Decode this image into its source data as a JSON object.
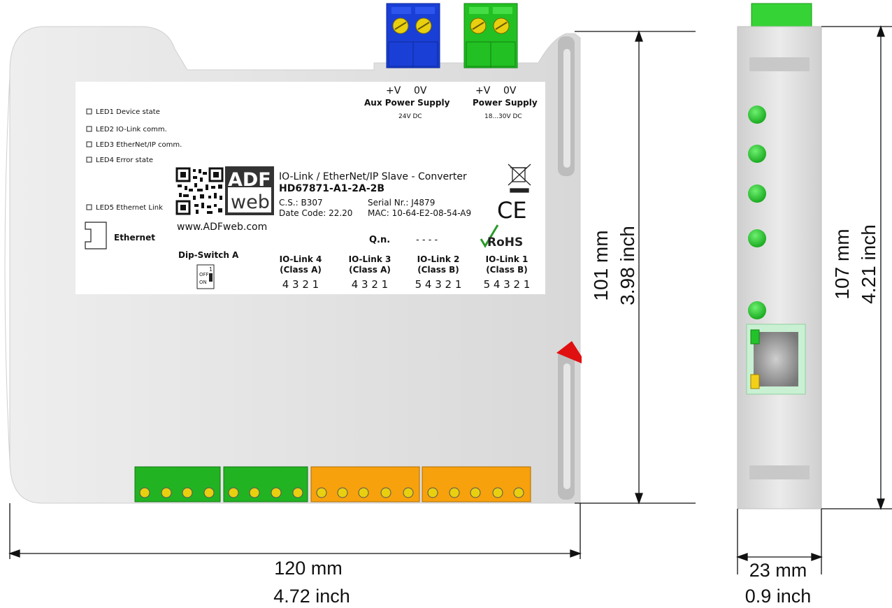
{
  "leds_text": {
    "led1": "LED1 Device state",
    "led2": "LED2 IO-Link comm.",
    "led3": "LED3 EtherNet/IP comm.",
    "led4": "LED4 Error state",
    "led5": "LED5 Ethernet Link"
  },
  "ethernet_label": "Ethernet",
  "dip_switch_label": "Dip-Switch A",
  "dip_off": "OFF",
  "dip_on": "ON",
  "dip_num": "1",
  "logo": {
    "adf": "ADF",
    "web": "web"
  },
  "website": "www.ADFweb.com",
  "product": {
    "title": "IO-Link / EtherNet/IP Slave - Converter",
    "code": "HD67871-A1-2A-2B",
    "cs": "C.S.: B307",
    "date_code": "Date Code: 22.20",
    "serial": "Serial Nr.: J4879",
    "mac": "MAC: 10-64-E2-08-54-A9",
    "qn_label": "Q.n.",
    "qn_value": "- - - -"
  },
  "aux_supply": {
    "plus": "+V",
    "zero": "0V",
    "title": "Aux Power Supply",
    "volt": "24V DC"
  },
  "power_supply": {
    "plus": "+V",
    "zero": "0V",
    "title": "Power Supply",
    "volt": "18...30V DC"
  },
  "io_links": [
    {
      "name": "IO-Link 4",
      "class": "(Class A)",
      "pins": "4 3 2 1"
    },
    {
      "name": "IO-Link 3",
      "class": "(Class A)",
      "pins": "4 3 2 1"
    },
    {
      "name": "IO-Link 2",
      "class": "(Class B)",
      "pins": "5 4 3 2 1"
    },
    {
      "name": "IO-Link 1",
      "class": "(Class B)",
      "pins": "5 4 3 2 1"
    }
  ],
  "ce": "CE",
  "rohs": "RoHS",
  "dimensions": {
    "width_mm": "120 mm",
    "width_inch": "4.72 inch",
    "height_mm": "101 mm",
    "height_inch": "3.98  inch",
    "height2_mm": "107 mm",
    "height2_inch": "4.21 inch",
    "depth_mm": "23 mm",
    "depth_inch": "0.9 inch"
  },
  "colors": {
    "housing": "#e4e4e4",
    "housing_shadow": "#c9c9c9",
    "terminal_blue": "#1a3fd6",
    "terminal_green": "#22b322",
    "terminal_orange": "#f7a10c",
    "led_green": "#22c32a",
    "red_clip": "#e01010"
  }
}
